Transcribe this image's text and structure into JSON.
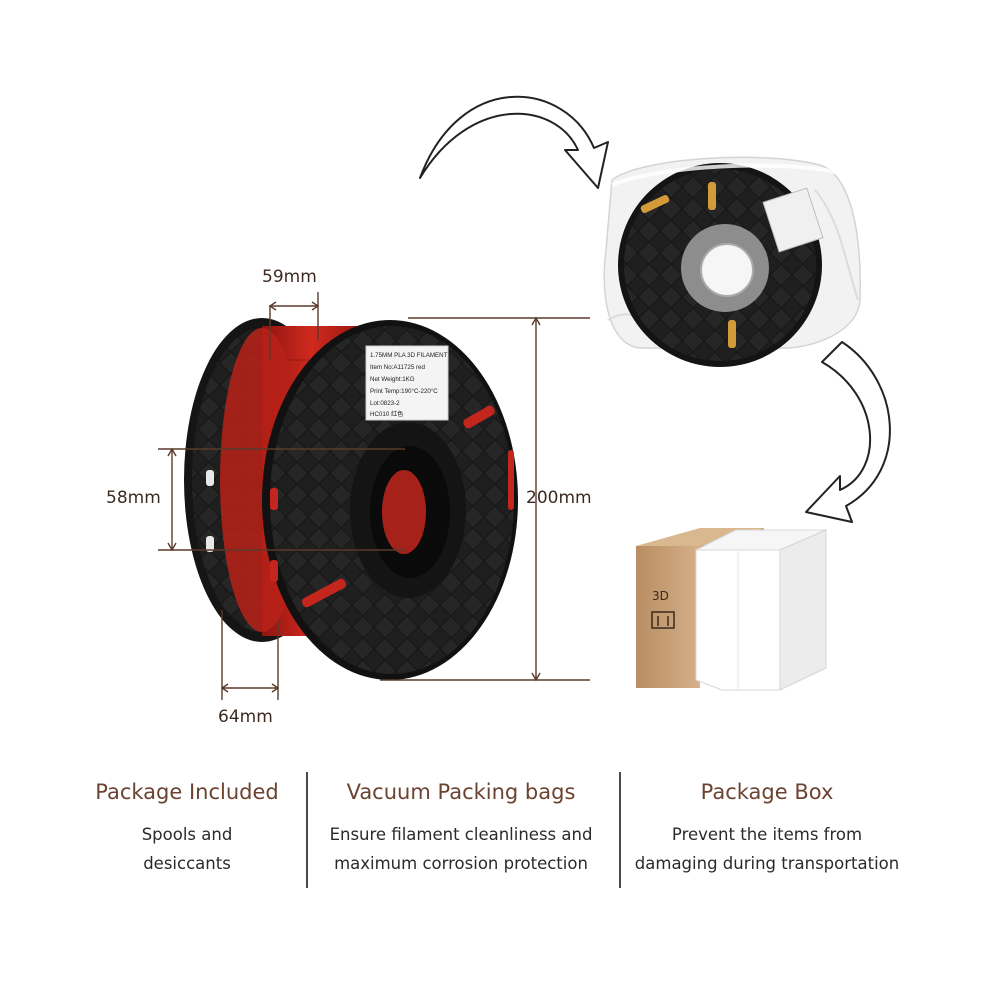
{
  "dimensions": {
    "width_label": "59mm",
    "hole_label": "58mm",
    "diameter_label": "200mm",
    "depth_label": "64mm"
  },
  "spool_label": {
    "line1": "1.75MM PLA 3D FILAMENT",
    "line2": "Item No:A11725 red",
    "line3": "Net Weight:1KG",
    "line4": "Print Temp:190°C-220°C",
    "line5": "Lot:0823-2",
    "line6": "HC010 红色"
  },
  "box": {
    "print": "3D"
  },
  "features": [
    {
      "title": "Package Included",
      "line1": "Spools and",
      "line2": "desiccants"
    },
    {
      "title": "Vacuum Packing bags",
      "line1": "Ensure filament cleanliness and",
      "line2": "maximum corrosion protection"
    },
    {
      "title": "Package Box",
      "line1": "Prevent the items from",
      "line2": "damaging during transportation"
    }
  ],
  "colors": {
    "accent_text": "#6b4330",
    "dimension_line": "#5a3a2a",
    "filament": "#c2261c",
    "spool": "#1c1c1c",
    "cardboard": "#c9a27a"
  }
}
